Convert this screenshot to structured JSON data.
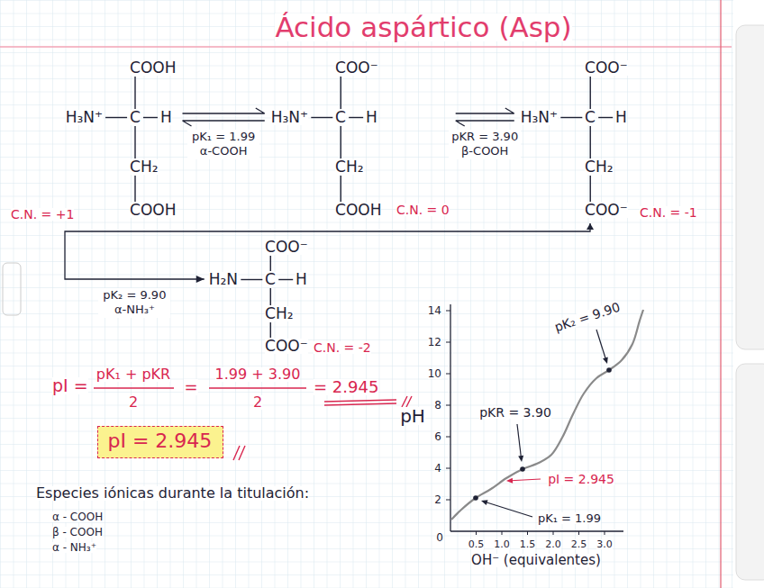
{
  "diagram": {
    "title": "Ácido aspártico (Asp)",
    "nodes": [
      {
        "text": [
          "COOH",
          "H₃N⁺",
          "C",
          "H",
          "CH₂",
          "COOH",
          "C.N. = +1"
        ]
      },
      {
        "text": [
          "COO⁻",
          "H₃N⁺",
          "C",
          "H",
          "CH₂",
          "COOH",
          "C.N. = 0"
        ]
      },
      {
        "text": [
          "COO⁻",
          "H₃N⁺",
          "C",
          "H",
          "CH₂",
          "COO⁻",
          "C.N. = -1"
        ]
      },
      {
        "text": [
          "COO⁻",
          "H₂N",
          "C",
          "H",
          "CH₂",
          "COO⁻",
          "C.N. = -2"
        ]
      },
      {
        "text": [
          "pI = 2.945"
        ]
      }
    ],
    "edges": [
      {
        "from": 0,
        "to": 1,
        "arrow": "both",
        "label": "pK₁ = 1.99 α-COOH"
      },
      {
        "from": 1,
        "to": 2,
        "arrow": "both",
        "label": "pKR = 3.90 β-COOH"
      },
      {
        "from": 2,
        "to": 3,
        "arrow": "both",
        "label": "pK₂ = 9.90 α-NH₃⁺"
      }
    ],
    "labels": [
      "pI =",
      "pK₁ + pKR",
      "2",
      "=",
      "1.99 + 3.90",
      "2",
      "= 2.945",
      "Especies iónicas durante la titulación:",
      "α - COOH",
      "β - COOH",
      "α - NH₃⁺",
      "14",
      "12",
      "10",
      "8",
      "6",
      "4",
      "2",
      "0",
      "0.5",
      "1.0",
      "1.5",
      "2.0",
      "2.5",
      "3.0",
      "pH",
      "OH⁻ (equivalentes)",
      "pK₂ = 9.90",
      "pKR = 3.90",
      "pI = 2.945",
      "pK₁ = 1.99"
    ]
  }
}
